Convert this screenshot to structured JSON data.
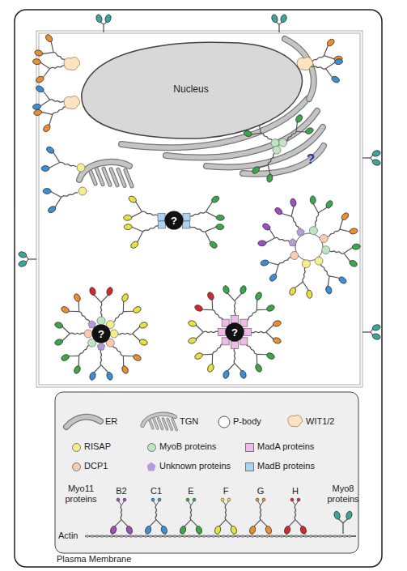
{
  "diagram": {
    "nodes": [
      {
        "text": [
          "Nucleus"
        ]
      },
      {
        "text": [
          "?"
        ]
      },
      {
        "text": [
          "?"
        ]
      },
      {
        "text": [
          "?"
        ]
      }
    ],
    "labels": [
      "?",
      "Myo11 proteins",
      "B2",
      "C1",
      "E",
      "F",
      "G",
      "H",
      "Myo8 proteins",
      "Actin",
      "Plasma Membrane"
    ],
    "legend": [
      {
        "text": "ER"
      },
      {
        "text": "TGN"
      },
      {
        "text": "P-body"
      },
      {
        "text": "WIT1/2"
      },
      {
        "text": "RISAP",
        "color": "#f4ef8a"
      },
      {
        "text": "MyoB proteins",
        "color": "#bfe6c4"
      },
      {
        "text": "MadA proteins",
        "color": "#f3b8ea"
      },
      {
        "text": "DCP1",
        "color": "#f9cbb0"
      },
      {
        "text": "Unknown proteins",
        "color": "#b69bdc"
      },
      {
        "text": "MadB proteins",
        "color": "#a9d3f0"
      }
    ]
  }
}
